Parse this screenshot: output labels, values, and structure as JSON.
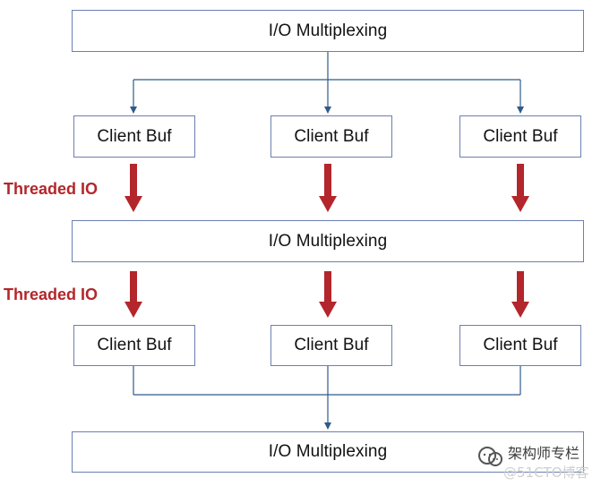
{
  "diagram": {
    "top_box_label": "I/O Multiplexing",
    "middle_box_label": "I/O Multiplexing",
    "bottom_box_label": "I/O Multiplexing",
    "row1_buffers": [
      "Client Buf",
      "Client Buf",
      "Client Buf"
    ],
    "row2_buffers": [
      "Client Buf",
      "Client Buf",
      "Client Buf"
    ],
    "threaded_label_1": "Threaded IO",
    "threaded_label_2": "Threaded IO"
  },
  "watermark": {
    "title": "架构师专栏",
    "source": "@51CTO博客"
  },
  "colors": {
    "box_border": "#6b7fb0",
    "connector": "#2f5b8a",
    "threaded_arrow": "#b3262b",
    "threaded_text": "#b3262b"
  }
}
